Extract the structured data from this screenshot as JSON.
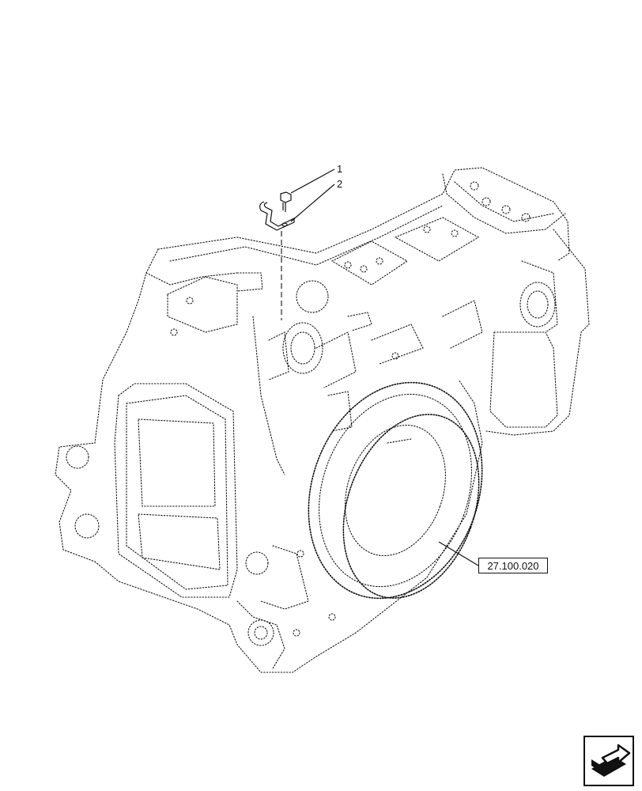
{
  "callouts": [
    {
      "label": "1"
    },
    {
      "label": "2"
    }
  ],
  "reference": {
    "label": "27.100.020"
  },
  "icons": {
    "navigation": "next-page-arrow-icon"
  }
}
